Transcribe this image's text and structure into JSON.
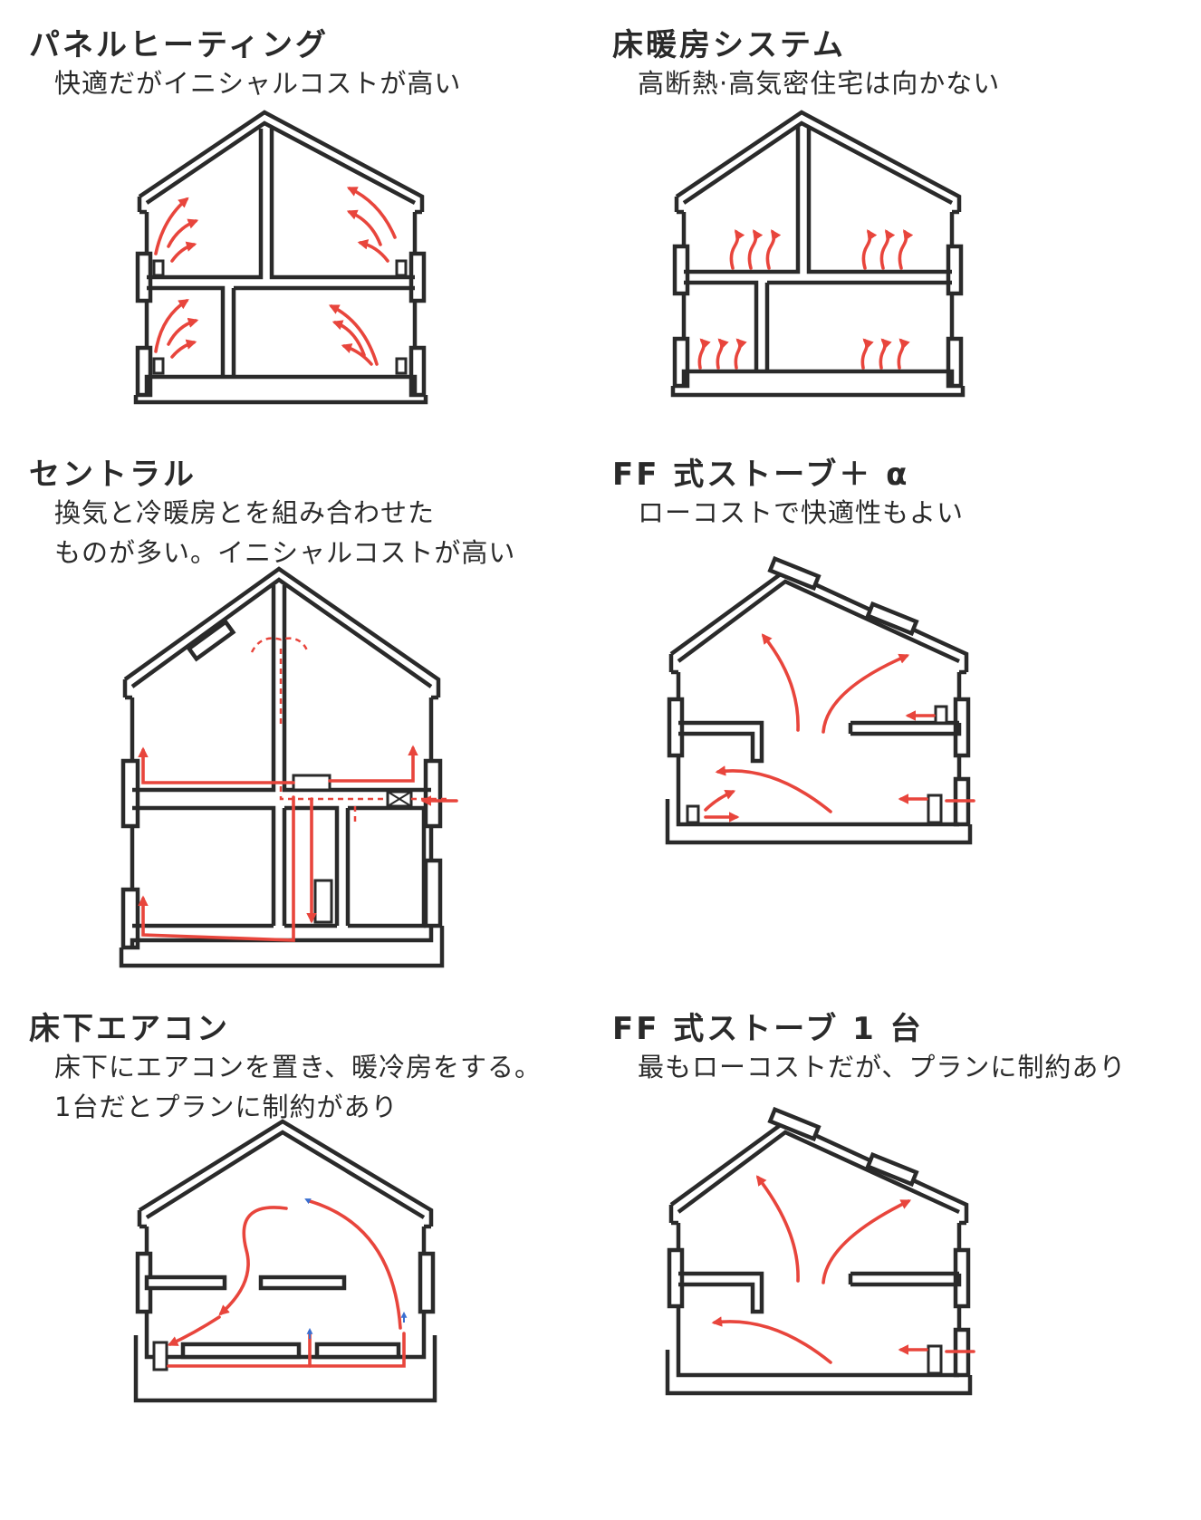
{
  "colors": {
    "heat": "#e8453c",
    "wall": "#2a2a2a",
    "return": "#3a6fd1"
  },
  "panels": [
    {
      "title": "パネルヒーティング",
      "desc": [
        "快適だがイニシャルコストが高い"
      ]
    },
    {
      "title": "床暖房システム",
      "desc": [
        "高断熱·高気密住宅は向かない"
      ]
    },
    {
      "title": "セントラル",
      "desc": [
        "換気と冷暖房とを組み合わせた",
        "ものが多い。イニシャルコストが高い"
      ]
    },
    {
      "title": "FF 式ストーブ＋ α",
      "desc": [
        "ローコストで快適性もよい"
      ]
    },
    {
      "title": "床下エアコン",
      "desc": [
        "床下にエアコンを置き、暖冷房をする。",
        "1台だとプランに制約があり"
      ]
    },
    {
      "title": "FF 式ストーブ 1 台",
      "desc": [
        "最もローコストだが、プランに制約あり"
      ]
    }
  ]
}
